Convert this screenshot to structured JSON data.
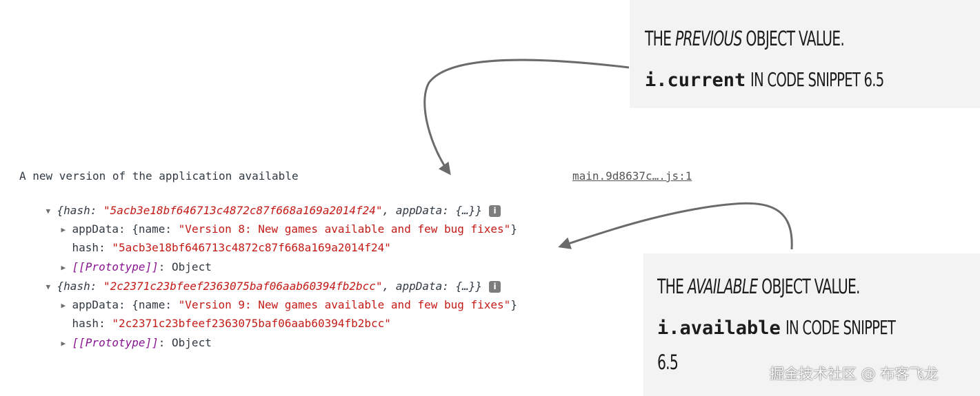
{
  "console": {
    "message": "A new version of the application available",
    "source": "main.9d8637c….js:1",
    "objects": [
      {
        "summary_hash_key": "hash",
        "summary_hash_value": "\"5acb3e18bf646713c4872c87f668a169a2014f24\"",
        "summary_appdata_key": "appData",
        "summary_appdata_value": "{…}",
        "appdata_key": "appData",
        "appdata_name_key": "name",
        "appdata_name_value": "\"Version 8: New games available and few bug fixes\"",
        "hash_key": "hash",
        "hash_value": "\"5acb3e18bf646713c4872c87f668a169a2014f24\"",
        "prototype_key": "[[Prototype]]",
        "prototype_value": "Object"
      },
      {
        "summary_hash_key": "hash",
        "summary_hash_value": "\"2c2371c23bfeef2363075baf06aab60394fb2bcc\"",
        "summary_appdata_key": "appData",
        "summary_appdata_value": "{…}",
        "appdata_key": "appData",
        "appdata_name_key": "name",
        "appdata_name_value": "\"Version 9: New games available and few bug fixes\"",
        "hash_key": "hash",
        "hash_value": "\"2c2371c23bfeef2363075baf06aab60394fb2bcc\"",
        "prototype_key": "[[Prototype]]",
        "prototype_value": "Object"
      }
    ],
    "info_badge": "i"
  },
  "annotations": {
    "previous": {
      "prefix": "THE",
      "emphasis": "PREVIOUS",
      "suffix": "OBJECT VALUE.",
      "code": "i.current",
      "trailing": "IN CODE SNIPPET 6.5"
    },
    "available": {
      "prefix": "THE",
      "emphasis": "AVAILABLE",
      "suffix": "OBJECT VALUE.",
      "code": "i.available",
      "trailing": "IN CODE SNIPPET",
      "trailing2": "6.5"
    }
  },
  "watermark": "掘金技术社区 @ 布客飞龙",
  "colors": {
    "string": "#c41a16",
    "prototype": "#881391",
    "arrow": "#6b6b6b",
    "note_bg": "#f3f3f3"
  }
}
